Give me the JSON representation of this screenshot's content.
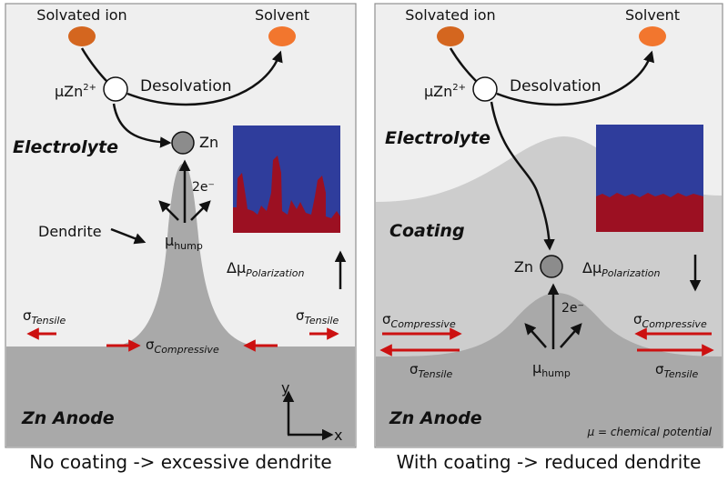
{
  "colors": {
    "electrolyte": "#efefef",
    "anode": "#a9a9a9",
    "coating": "#cdcdcd",
    "solvated_ion": "#d4661f",
    "solvent": "#f2762e",
    "zn_atom": "#8c8c8c",
    "arrow_red": "#cc1111",
    "sim_blue": "#2f3d9c",
    "sim_red": "#9c1022"
  },
  "panel_left": {
    "solvated_ion": "Solvated ion",
    "solvent": "Solvent",
    "mu_zn": "μZn",
    "mu_zn_sup": "2+",
    "desolvation": "Desolvation",
    "zn": "Zn",
    "electrolyte": "Electrolyte",
    "electrons": "2e⁻",
    "dendrite": "Dendrite",
    "mu_hump": "μ",
    "mu_hump_sub": "hump",
    "delta_mu": "Δμ",
    "delta_mu_sub": "Polarization",
    "sigma_tensile_left": "σ",
    "sigma_tensile_left_sub": "Tensile",
    "sigma_tensile_right": "σ",
    "sigma_tensile_right_sub": "Tensile",
    "sigma_compressive": "σ",
    "sigma_compressive_sub": "Compressive",
    "anode": "Zn Anode",
    "axis_y": "y",
    "axis_x": "x",
    "caption": "No coating -> excessive dendrite"
  },
  "panel_right": {
    "solvated_ion": "Solvated ion",
    "solvent": "Solvent",
    "mu_zn": "μZn",
    "mu_zn_sup": "2+",
    "desolvation": "Desolvation",
    "electrolyte": "Electrolyte",
    "coating": "Coating",
    "zn": "Zn",
    "electrons": "2e⁻",
    "delta_mu": "Δμ",
    "delta_mu_sub": "Polarization",
    "sigma_compressive_left": "σ",
    "sigma_compressive_left_sub": "Compressive",
    "sigma_tensile_left": "σ",
    "sigma_tensile_left_sub": "Tensile",
    "sigma_compressive_right": "σ",
    "sigma_compressive_right_sub": "Compressive",
    "sigma_tensile_right": "σ",
    "sigma_tensile_right_sub": "Tensile",
    "mu_hump": "μ",
    "mu_hump_sub": "hump",
    "anode": "Zn Anode",
    "footnote": "μ = chemical potential",
    "caption": "With coating -> reduced dendrite"
  }
}
